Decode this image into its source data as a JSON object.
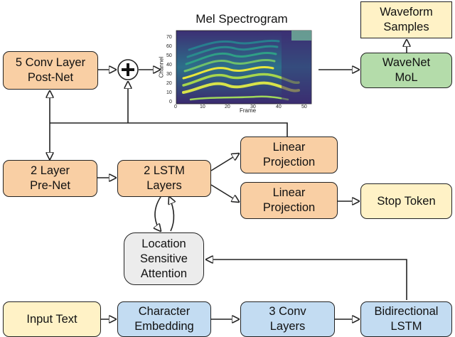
{
  "nodes": {
    "postnet": "5 Conv Layer\nPost-Net",
    "prenet": "2 Layer\nPre-Net",
    "lstm": "2 LSTM\nLayers",
    "linear_top": "Linear\nProjection",
    "linear_bottom": "Linear\nProjection",
    "stop_token": "Stop Token",
    "attention": "Location\nSensitive\nAttention",
    "input_text": "Input Text",
    "char_embedding": "Character\nEmbedding",
    "conv_layers": "3 Conv\nLayers",
    "bilstm": "Bidirectional\nLSTM",
    "wavenet": "WaveNet\nMoL",
    "waveform": "Waveform\nSamples",
    "sum_symbol": "+"
  },
  "spectrogram": {
    "title": "Mel Spectrogram",
    "xlabel": "Frame",
    "ylabel": "Channel",
    "x_ticks": [
      "0",
      "10",
      "20",
      "30",
      "40",
      "50"
    ],
    "y_ticks": [
      "0",
      "10",
      "20",
      "30",
      "40",
      "50",
      "60",
      "70"
    ]
  },
  "colors": {
    "orange": "#f9cfa4",
    "cream": "#fff2c6",
    "green": "#b4dcaa",
    "blue": "#c3dcf2",
    "gray": "#ececec"
  }
}
